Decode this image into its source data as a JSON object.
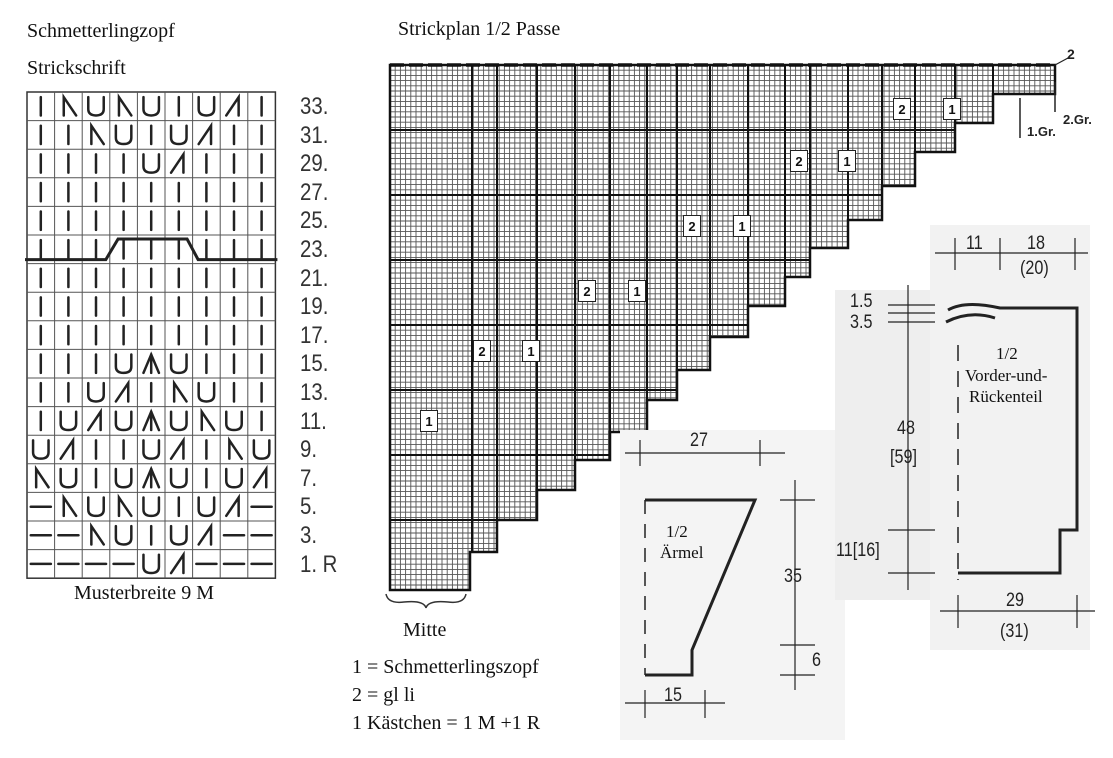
{
  "pattern": {
    "title": "Schmetterlingzopf",
    "subtitle": "Strickschrift",
    "width_note": "Musterbreite 9 M",
    "row_labels": [
      "33.",
      "31.",
      "29.",
      "27.",
      "25.",
      "23.",
      "21.",
      "19.",
      "17.",
      "15.",
      "13.",
      "11.",
      "9.",
      "7.",
      "5.",
      "3.",
      "1. R"
    ],
    "rows_top_to_bottom": [
      "I\\U\\UIU/I",
      "II\\UIU/II",
      "IIIIU/III",
      "IIIIIIIII",
      "IIIIIIIII",
      "IIIIIIIII",
      "IIIIIIIII",
      "IIIIIIIII",
      "IIIIIIIII",
      "IIIUAUIII",
      "IIU/I\\UII",
      "IU/UAU\\UI",
      "U/IIU/I\\U",
      "\\UIUAUIU/",
      "-\\U\\UIU/-",
      "--\\UIU/--",
      "----U/---"
    ],
    "symbols": {
      "I": "bar",
      "U": "u-curve",
      "/": "diagonal-right",
      "\\": "diagonal-left",
      "A": "arrow-up",
      "-": "dash"
    }
  },
  "yoke": {
    "title": "Strickplan 1/2 Passe",
    "center_label": "Mitte",
    "badges": [
      "1",
      "2",
      "1",
      "2",
      "1",
      "2",
      "1",
      "2",
      "1",
      "2",
      "1"
    ],
    "group_labels": [
      "2",
      "2.Gr.",
      "1.Gr."
    ]
  },
  "legend": [
    "1 = Schmetterlingszopf",
    "2 = gl li",
    "1 Kästchen = 1 M +1 R"
  ],
  "sleeve": {
    "label_fraction": "1/2",
    "label_name": "Ärmel",
    "top_width": "27",
    "height": "35",
    "cuff": "6",
    "bottom_width": "15"
  },
  "body": {
    "label_fraction": "1/2",
    "label_line1": "Vorder-und-",
    "label_line2": "Rückenteil",
    "top_left": "11",
    "top_right": "18",
    "top_right_alt": "(20)",
    "side_top1": "1.5",
    "side_top2": "3.5",
    "length": "48",
    "length_alt": "[59]",
    "rib": "11[16]",
    "bottom_width": "29",
    "bottom_width_alt": "(31)"
  }
}
